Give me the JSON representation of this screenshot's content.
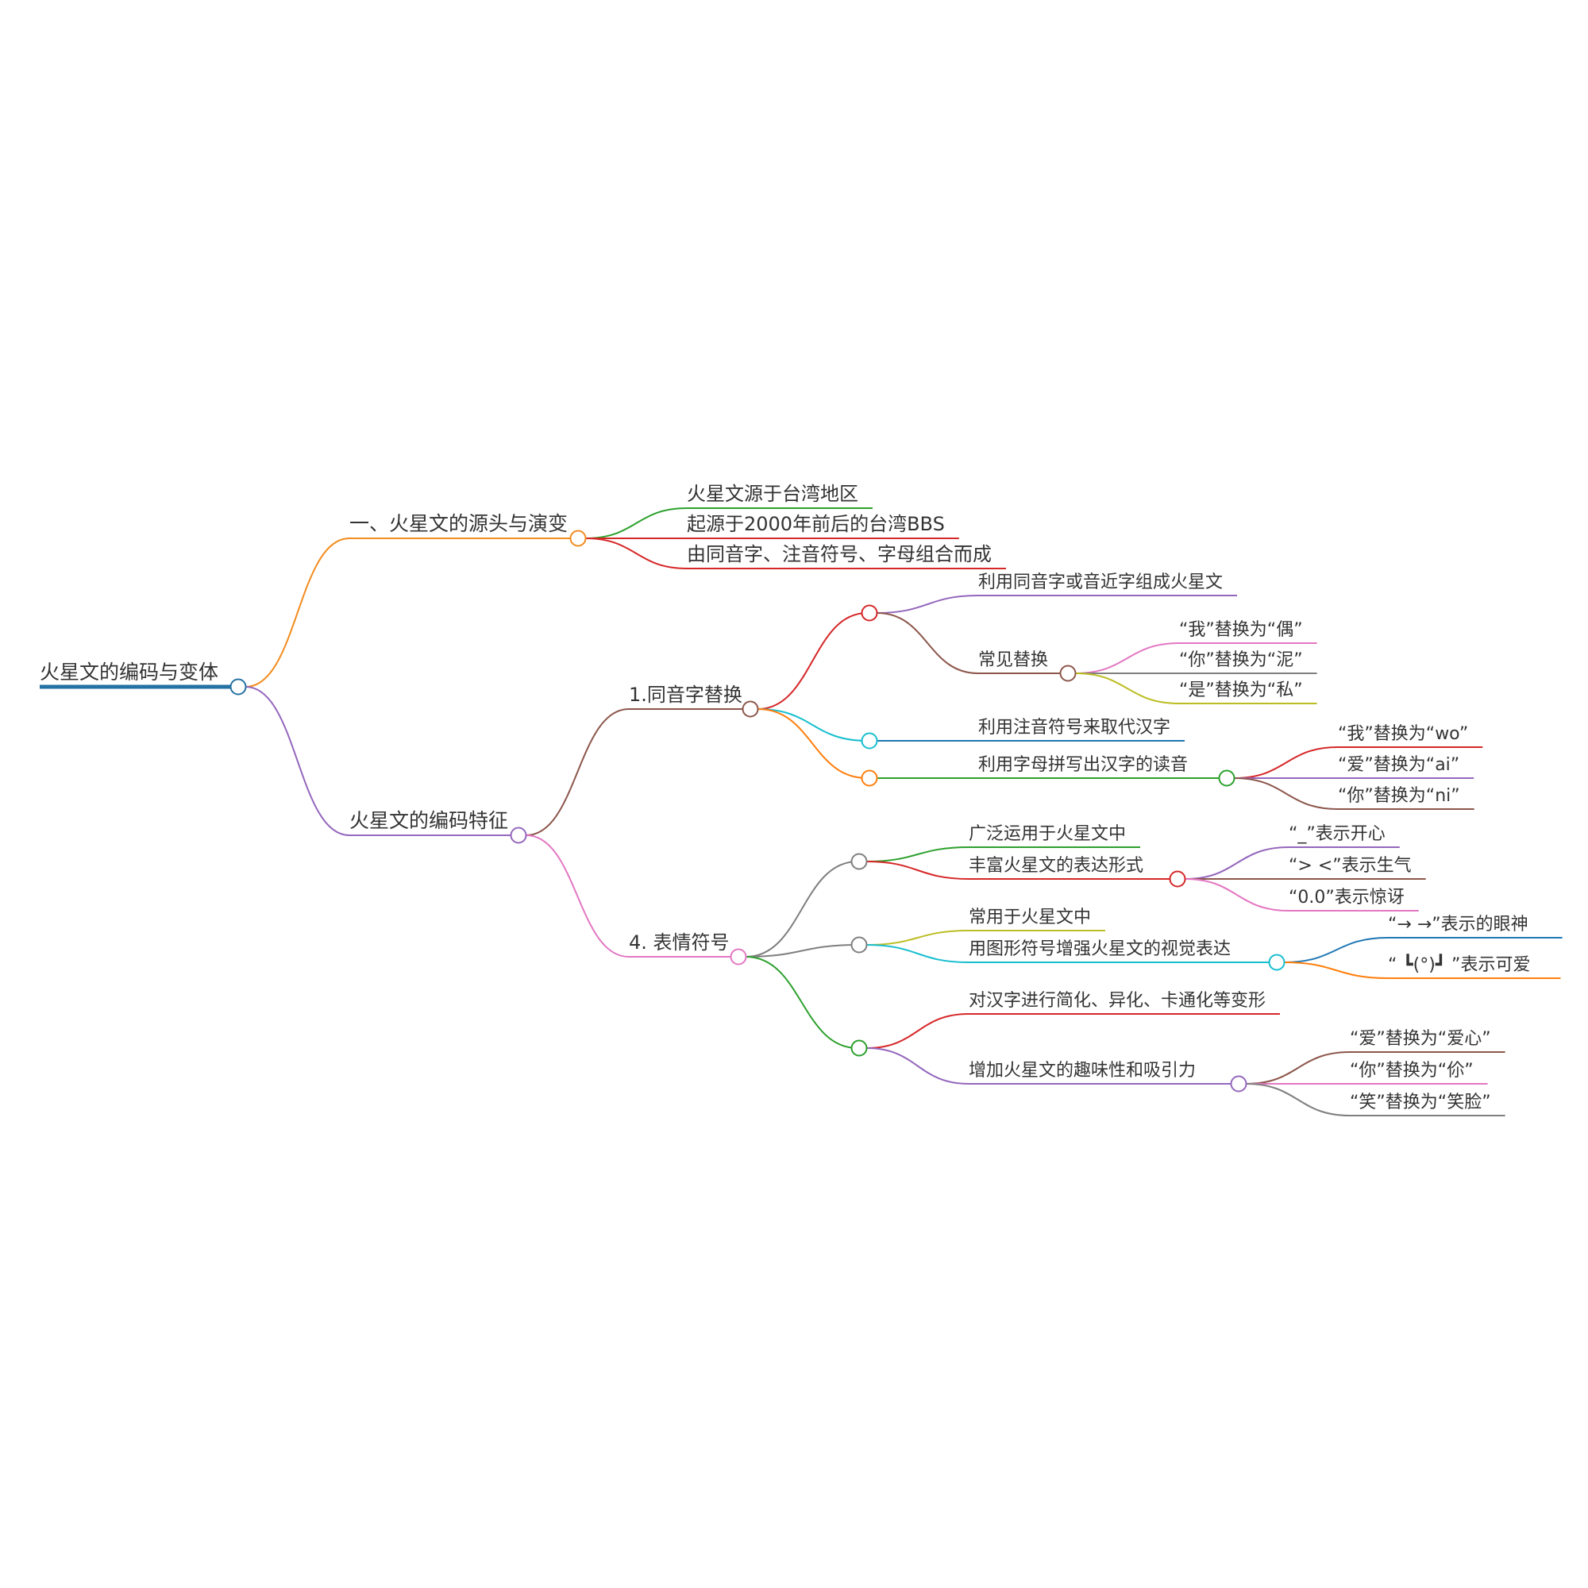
{
  "root": {
    "label": "火星文的编码与变体",
    "color": "#2471a3",
    "children": [
      {
        "label": "一、火星文的源头与演变",
        "color": "#f28c1e",
        "children": [
          {
            "label": "火星文源于台湾地区",
            "color": "#2ca02c",
            "children": []
          },
          {
            "label": "起源于2000年前后的台湾BBS",
            "color": "#d62728",
            "children": []
          },
          {
            "label": "由同音字、注音符号、字母组合而成",
            "color": "#d62728",
            "children": []
          }
        ]
      },
      {
        "label": "火星文的编码特征",
        "color": "#9467bd",
        "children": [
          {
            "label": "1.同音字替换",
            "color": "#8c564b",
            "children": [
              {
                "label": "",
                "color": "#d62728",
                "children": [
                  {
                    "label": "利用同音字或音近字组成火星文",
                    "color": "#9467bd",
                    "children": []
                  },
                  {
                    "label": "常见替换",
                    "color": "#8c564b",
                    "children": [
                      {
                        "label": "“我”替换为“偶”",
                        "color": "#e377c2",
                        "children": []
                      },
                      {
                        "label": "“你”替换为“泥”",
                        "color": "#7f7f7f",
                        "children": []
                      },
                      {
                        "label": "“是”替换为“私”",
                        "color": "#bcbd22",
                        "children": []
                      }
                    ]
                  }
                ]
              },
              {
                "label": "",
                "color": "#17becf",
                "children": [
                  {
                    "label": "利用注音符号来取代汉字",
                    "color": "#1f77b4",
                    "children": []
                  }
                ]
              },
              {
                "label": "",
                "color": "#ff7f0e",
                "children": [
                  {
                    "label": "利用字母拼写出汉字的读音",
                    "color": "#2ca02c",
                    "children": [
                      {
                        "label": "“我”替换为“wo”",
                        "color": "#d62728",
                        "children": []
                      },
                      {
                        "label": "“爱”替换为“ai”",
                        "color": "#9467bd",
                        "children": []
                      },
                      {
                        "label": "“你”替换为“ni”",
                        "color": "#8c564b",
                        "children": []
                      }
                    ]
                  }
                ]
              }
            ]
          },
          {
            "label": "4. 表情符号",
            "color": "#e377c2",
            "children": [
              {
                "label": "",
                "color": "#7f7f7f",
                "children": [
                  {
                    "label": "广泛运用于火星文中",
                    "color": "#2ca02c",
                    "children": []
                  },
                  {
                    "label": "丰富火星文的表达形式",
                    "color": "#d62728",
                    "children": [
                      {
                        "label": "“_”表示开心",
                        "color": "#9467bd",
                        "children": []
                      },
                      {
                        "label": "“> <”表示生气",
                        "color": "#8c564b",
                        "children": []
                      },
                      {
                        "label": "“0.0”表示惊讶",
                        "color": "#e377c2",
                        "children": []
                      }
                    ]
                  }
                ]
              },
              {
                "label": "",
                "color": "#7f7f7f",
                "children": [
                  {
                    "label": "常用于火星文中",
                    "color": "#bcbd22",
                    "children": []
                  },
                  {
                    "label": "用图形符号增强火星文的视觉表达",
                    "color": "#17becf",
                    "children": [
                      {
                        "label": "“→ →”表示的眼神",
                        "color": "#1f77b4",
                        "children": []
                      },
                      {
                        "label": "“ ┗(°)┛ ”表示可爱",
                        "color": "#ff7f0e",
                        "children": []
                      }
                    ]
                  }
                ]
              },
              {
                "label": "",
                "color": "#2ca02c",
                "children": [
                  {
                    "label": "对汉字进行简化、异化、卡通化等变形",
                    "color": "#d62728",
                    "children": []
                  },
                  {
                    "label": "增加火星文的趣味性和吸引力",
                    "color": "#9467bd",
                    "children": [
                      {
                        "label": "“爱”替换为“爱心”",
                        "color": "#8c564b",
                        "children": []
                      },
                      {
                        "label": "“你”替换为“伱”",
                        "color": "#e377c2",
                        "children": []
                      },
                      {
                        "label": "“笑”替换为“笑脸”",
                        "color": "#7f7f7f",
                        "children": []
                      }
                    ]
                  }
                ]
              }
            ]
          }
        ]
      }
    ]
  }
}
